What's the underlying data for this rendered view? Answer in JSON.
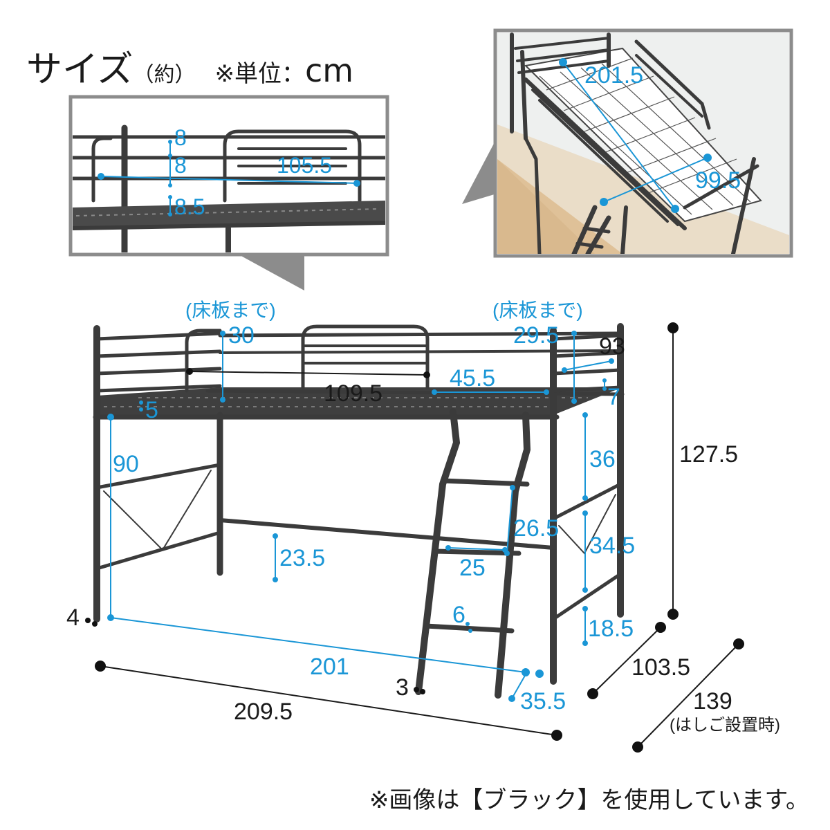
{
  "heading": {
    "title": "サイズ",
    "approx": "（約）",
    "unit_prefix": "※単位：",
    "unit": "cm"
  },
  "detail_left": {
    "dims": [
      "8",
      "8",
      "105.5",
      "8.5"
    ]
  },
  "detail_right": {
    "dims": [
      "201.5",
      "99.5"
    ]
  },
  "main": {
    "floor_note_left": "(床板まで)",
    "floor_note_right": "(床板まで)",
    "dims": {
      "guard_left_height": "30",
      "guard_right_height": "29.5",
      "guard_gap": "109.5",
      "opening_width": "45.5",
      "top_depth": "93",
      "rail_gap": "7",
      "frame_thickness": "5",
      "under_height": "90",
      "ladder_upper": "36",
      "ladder_step_gap": "26.5",
      "ladder_lower": "34.5",
      "step_width": "25",
      "bottom_bar": "23.5",
      "step_depth": "6",
      "foot_height": "18.5",
      "inner_length": "201",
      "ladder_foot": "35.5",
      "post_left": "4",
      "post_ladder": "3",
      "total_height": "127.5",
      "total_depth": "103.5",
      "total_length": "209.5",
      "depth_with_ladder": "139",
      "depth_with_ladder_note": "(はしご設置時)"
    }
  },
  "footnote": "※画像は【ブラック】を使用しています。",
  "colors": {
    "dimension_blue": "#1a96d6",
    "frame_gray": "#8c8c8c",
    "metal": "#3b3b3b",
    "text": "#1a1a1a"
  }
}
